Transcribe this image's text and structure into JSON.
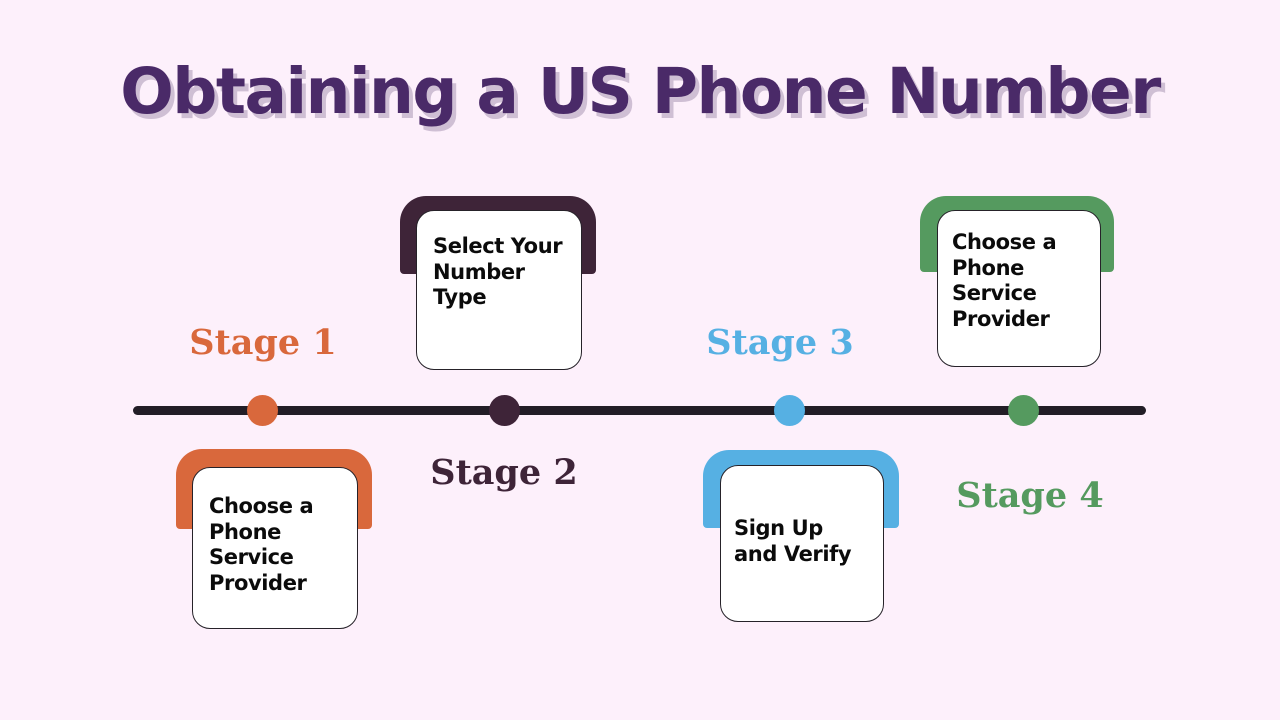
{
  "page": {
    "title": "Obtaining a US Phone Number",
    "background_color": "#fdf0fb",
    "title_color": "#4a2a68",
    "timeline_color": "#221d26"
  },
  "timeline": {
    "stages": [
      {
        "label": "Stage 1",
        "color": "#d9683c",
        "card_text": "Choose a Phone Service Provider",
        "card_position": "below",
        "label_position": "above"
      },
      {
        "label": "Stage 2",
        "color": "#3e2438",
        "card_text": "Select Your Number Type",
        "card_position": "above",
        "label_position": "below"
      },
      {
        "label": "Stage 3",
        "color": "#56b0e3",
        "card_text": "Sign Up and Verify",
        "card_position": "below",
        "label_position": "above"
      },
      {
        "label": "Stage 4",
        "color": "#559a5f",
        "card_text": "Choose a Phone Service Provider",
        "card_position": "above",
        "label_position": "below"
      }
    ]
  }
}
